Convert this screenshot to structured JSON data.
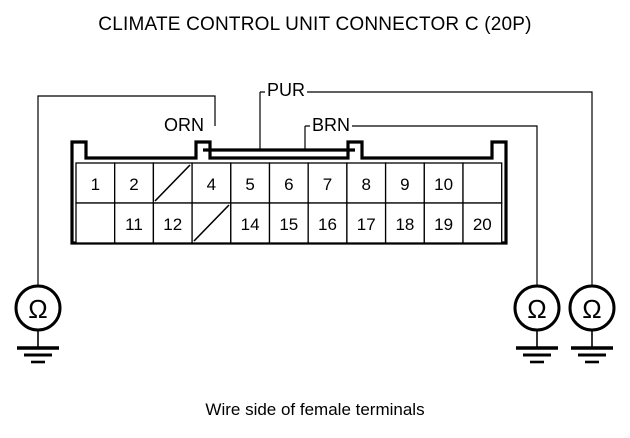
{
  "title": "CLIMATE CONTROL UNIT CONNECTOR C (20P)",
  "caption": "Wire side of female terminals",
  "connector": {
    "name": "Climate Control Unit Connector C",
    "pin_count": "20P",
    "top_row": [
      {
        "label": "1",
        "blank": false,
        "diagonal": false
      },
      {
        "label": "2",
        "blank": false,
        "diagonal": false
      },
      {
        "label": "",
        "blank": false,
        "diagonal": true
      },
      {
        "label": "4",
        "blank": false,
        "diagonal": false
      },
      {
        "label": "5",
        "blank": false,
        "diagonal": false
      },
      {
        "label": "6",
        "blank": false,
        "diagonal": false
      },
      {
        "label": "7",
        "blank": false,
        "diagonal": false
      },
      {
        "label": "8",
        "blank": false,
        "diagonal": false
      },
      {
        "label": "9",
        "blank": false,
        "diagonal": false
      },
      {
        "label": "10",
        "blank": false,
        "diagonal": false
      },
      {
        "label": "",
        "blank": true,
        "diagonal": false
      }
    ],
    "bottom_row": [
      {
        "label": "",
        "blank": true,
        "diagonal": false
      },
      {
        "label": "11",
        "blank": false,
        "diagonal": false
      },
      {
        "label": "12",
        "blank": false,
        "diagonal": false
      },
      {
        "label": "",
        "blank": false,
        "diagonal": true
      },
      {
        "label": "14",
        "blank": false,
        "diagonal": false
      },
      {
        "label": "15",
        "blank": false,
        "diagonal": false
      },
      {
        "label": "16",
        "blank": false,
        "diagonal": false
      },
      {
        "label": "17",
        "blank": false,
        "diagonal": false
      },
      {
        "label": "18",
        "blank": false,
        "diagonal": false
      },
      {
        "label": "19",
        "blank": false,
        "diagonal": false
      },
      {
        "label": "20",
        "blank": false,
        "diagonal": false
      }
    ]
  },
  "wires": [
    {
      "id": "orn",
      "label": "ORN",
      "terminal": "4",
      "meter": "left"
    },
    {
      "id": "pur",
      "label": "PUR",
      "terminal": "5",
      "meter": "far-right"
    },
    {
      "id": "brn",
      "label": "BRN",
      "terminal": "7",
      "meter": "inner-right"
    }
  ],
  "meters": [
    {
      "id": "meter-left",
      "symbol": "Ω",
      "grounded": true
    },
    {
      "id": "meter-inner-right",
      "symbol": "Ω",
      "grounded": true
    },
    {
      "id": "meter-far-right",
      "symbol": "Ω",
      "grounded": true
    }
  ],
  "colors": {
    "line": "#000000",
    "background": "#ffffff",
    "text": "#000000"
  }
}
